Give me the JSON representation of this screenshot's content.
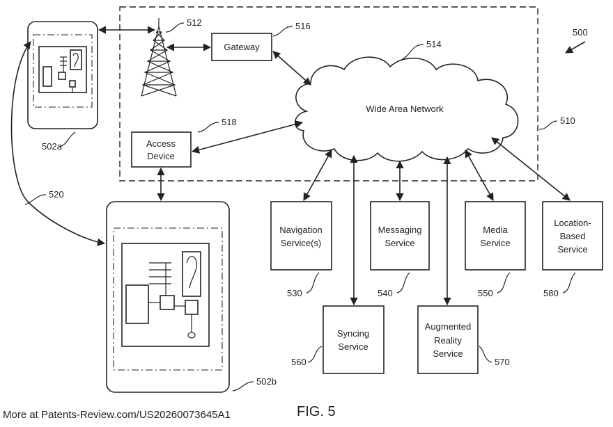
{
  "figure": {
    "number": "500",
    "caption": "FIG. 5"
  },
  "nodes": {
    "gateway": {
      "label": "Gateway",
      "ref": "516"
    },
    "tower": {
      "ref": "512"
    },
    "network": {
      "label": "Wide Area Network",
      "ref": "514"
    },
    "network_boundary": {
      "ref": "510"
    },
    "access_device": {
      "line1": "Access",
      "line2": "Device",
      "ref": "518"
    },
    "device_a": {
      "ref": "502a"
    },
    "device_b": {
      "ref": "502b"
    },
    "link": {
      "ref": "520"
    },
    "navigation": {
      "line1": "Navigation",
      "line2": "Service(s)",
      "ref": "530"
    },
    "messaging": {
      "line1": "Messaging",
      "line2": "Service",
      "ref": "540"
    },
    "media": {
      "line1": "Media",
      "line2": "Service",
      "ref": "550"
    },
    "location": {
      "line1": "Location-",
      "line2": "Based",
      "line3": "Service",
      "ref": "580"
    },
    "syncing": {
      "line1": "Syncing",
      "line2": "Service",
      "ref": "560"
    },
    "ar": {
      "line1": "Augmented",
      "line2": "Reality",
      "line3": "Service",
      "ref": "570"
    }
  },
  "footer": {
    "text": "More at Patents-Review.com/US20260073645A1"
  }
}
